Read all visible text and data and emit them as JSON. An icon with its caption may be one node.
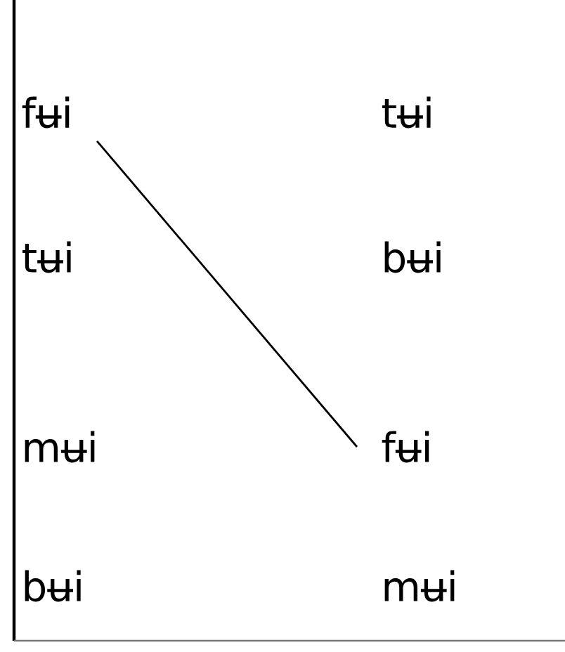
{
  "diagram": {
    "nodes": [
      {
        "text": [
          "fʉi"
        ]
      },
      {
        "text": [
          "tʉi"
        ]
      },
      {
        "text": [
          "tʉi"
        ]
      },
      {
        "text": [
          "bʉi"
        ]
      },
      {
        "text": [
          "mʉi"
        ]
      },
      {
        "text": [
          "fʉi"
        ]
      },
      {
        "text": [
          "bʉi"
        ]
      },
      {
        "text": [
          "mʉi"
        ]
      }
    ],
    "edges": [
      {
        "from": 0,
        "to": 5,
        "arrow": "none"
      }
    ]
  }
}
